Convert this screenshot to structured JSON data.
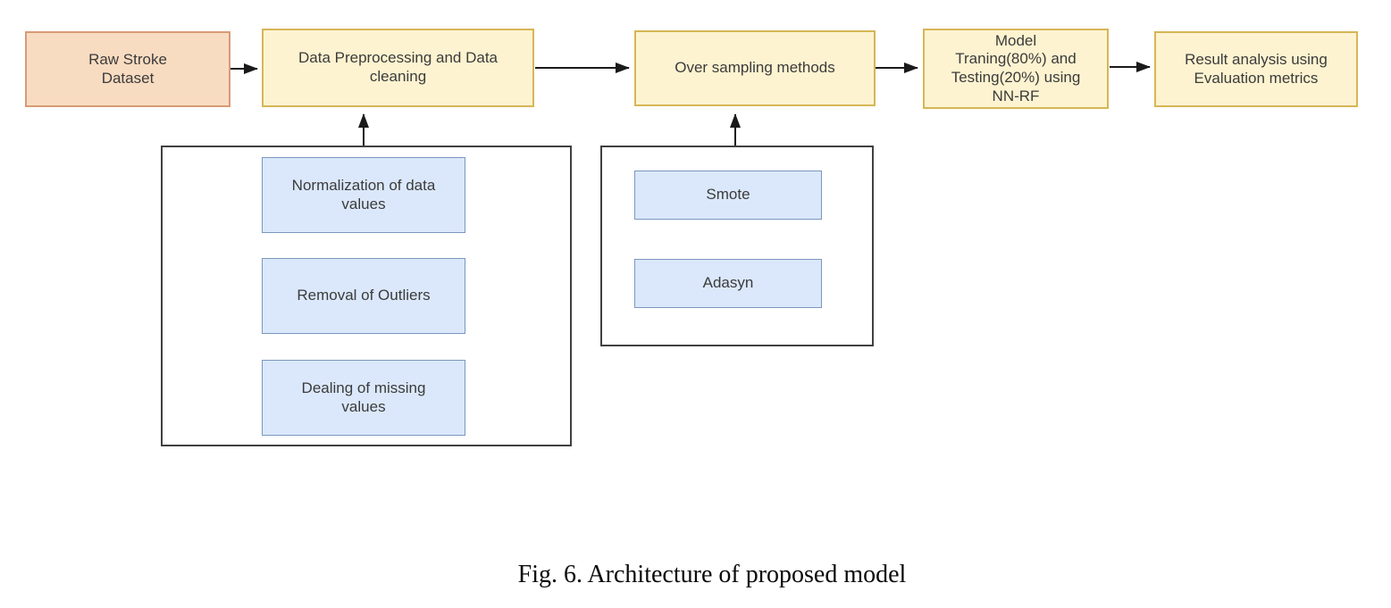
{
  "figure": {
    "caption": "Fig. 6. Architecture of proposed model",
    "diagram": {
      "flow_boxes": [
        {
          "id": "raw-stroke-dataset",
          "label": "Raw Stroke\nDataset"
        },
        {
          "id": "data-preprocessing",
          "label": "Data Preprocessing and Data\ncleaning"
        },
        {
          "id": "over-sampling-methods",
          "label": "Over sampling methods"
        },
        {
          "id": "model-training",
          "label": "Model\nTraning(80%) and\nTesting(20%) using\nNN-RF"
        },
        {
          "id": "result-analysis",
          "label": "Result analysis using\nEvaluation metrics"
        }
      ],
      "preprocessing_steps_group": {
        "attached_to": "data-preprocessing",
        "items": [
          {
            "label": "Normalization of data\nvalues"
          },
          {
            "label": "Removal of Outliers"
          },
          {
            "label": "Dealing of missing\nvalues"
          }
        ]
      },
      "oversampling_methods_group": {
        "attached_to": "over-sampling-methods",
        "items": [
          {
            "label": "Smote"
          },
          {
            "label": "Adasyn"
          }
        ]
      },
      "edges": [
        {
          "from": "raw-stroke-dataset",
          "to": "data-preprocessing"
        },
        {
          "from": "data-preprocessing",
          "to": "over-sampling-methods"
        },
        {
          "from": "over-sampling-methods",
          "to": "model-training"
        },
        {
          "from": "model-training",
          "to": "result-analysis"
        },
        {
          "from": "preprocessing-steps-group",
          "to": "data-preprocessing"
        },
        {
          "from": "oversampling-methods-group",
          "to": "over-sampling-methods"
        }
      ],
      "colors": {
        "start_box_fill": "#f8dcc1",
        "start_box_border": "#d79b77",
        "process_box_fill": "#fdf3d0",
        "process_box_border": "#d6b656",
        "sub_box_fill": "#dbe8fb",
        "sub_box_border": "#7b97bf",
        "group_border": "#404040",
        "arrow": "#1a1a1a",
        "text": "#3b3b3b"
      }
    }
  }
}
